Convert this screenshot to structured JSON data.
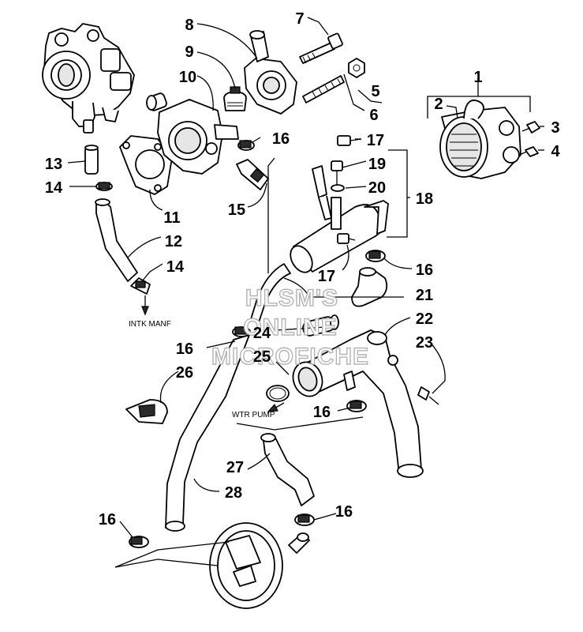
{
  "watermark": {
    "line1": "HLSM'S",
    "line2": "ONLINE",
    "line3": "MICROFICHE"
  },
  "notes": {
    "intake": "INTK MANF",
    "pump": "WTR PUMP"
  },
  "callouts": {
    "c1": "1",
    "c2": "2",
    "c3": "3",
    "c4": "4",
    "c5": "5",
    "c6": "6",
    "c7": "7",
    "c8": "8",
    "c9": "9",
    "c10": "10",
    "c11": "11",
    "c12": "12",
    "c13": "13",
    "c14a": "14",
    "c14b": "14",
    "c15": "15",
    "c16a": "16",
    "c16b": "16",
    "c16c": "16",
    "c16d": "16",
    "c16e": "16",
    "c16f": "16",
    "c17a": "17",
    "c17b": "17",
    "c18": "18",
    "c19": "19",
    "c20": "20",
    "c21": "21",
    "c22": "22",
    "c23": "23",
    "c24": "24",
    "c25": "25",
    "c26": "26",
    "c27": "27",
    "c28": "28"
  },
  "colors": {
    "ink": "#000000",
    "watermark": "#b4b4b4",
    "background": "#ffffff"
  }
}
